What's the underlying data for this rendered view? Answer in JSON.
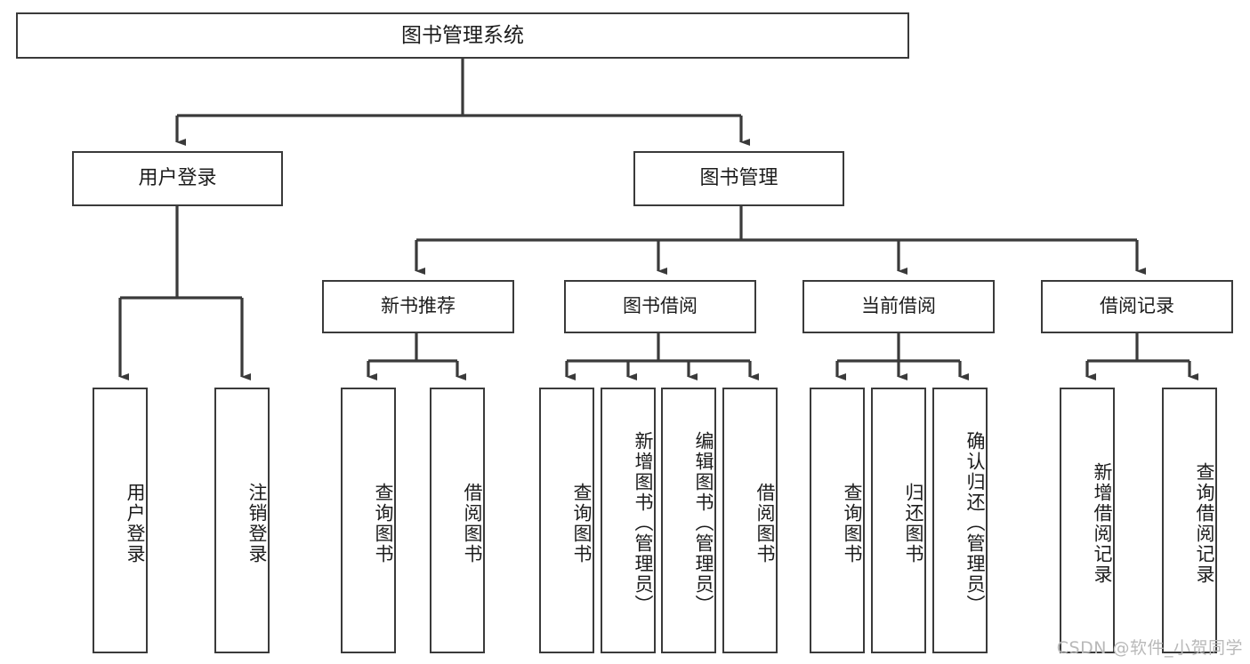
{
  "diagram": {
    "type": "tree",
    "title": "图书管理系统",
    "root": {
      "label": "图书管理系统"
    },
    "level2": [
      {
        "label": "用户登录"
      },
      {
        "label": "图书管理"
      }
    ],
    "level3": [
      {
        "label": "新书推荐"
      },
      {
        "label": "图书借阅"
      },
      {
        "label": "当前借阅"
      },
      {
        "label": "借阅记录"
      }
    ],
    "leaves": {
      "user_login": [
        {
          "label": "用户登录"
        },
        {
          "label": "注销登录"
        }
      ],
      "new_book_recommend": [
        {
          "label": "查询图书"
        },
        {
          "label": "借阅图书"
        }
      ],
      "book_borrow": [
        {
          "label": "查询图书"
        },
        {
          "label": "新增图书（管理员）"
        },
        {
          "label": "编辑图书（管理员）"
        },
        {
          "label": "借阅图书"
        }
      ],
      "current_borrow": [
        {
          "label": "查询图书"
        },
        {
          "label": "归还图书"
        },
        {
          "label": "确认归还（管理员）"
        }
      ],
      "borrow_record": [
        {
          "label": "新增借阅记录"
        },
        {
          "label": "查询借阅记录"
        }
      ]
    }
  },
  "watermark": {
    "text": "CSDN @软件_小贺同学"
  },
  "colors": {
    "background": "#ffffff",
    "box_border": "#3a3a3a",
    "edge": "#3a3a3a",
    "text": "#1c1c1c",
    "watermark": "#b9b9b9"
  }
}
